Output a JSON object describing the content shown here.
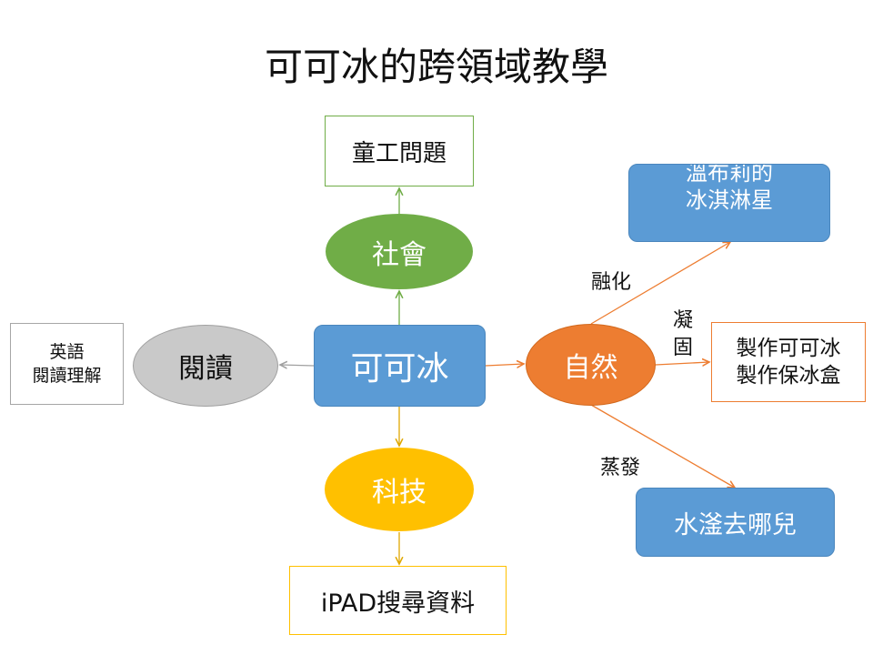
{
  "title": "可可冰的跨領域教學",
  "center": "可可冰",
  "social": {
    "label": "社會",
    "box": "童工問題"
  },
  "reading": {
    "label": "閱讀",
    "box_line1": "英語",
    "box_line2": "閱讀理解"
  },
  "tech": {
    "label": "科技",
    "box": "iPAD搜尋資料"
  },
  "nature": {
    "label": "自然",
    "melt_label": "融化",
    "melt_box_line1": "溫布莉的",
    "melt_box_line2": "冰淇淋星",
    "solid_label_line1": "凝",
    "solid_label_line2": "固",
    "solid_box_line1": "製作可可冰",
    "solid_box_line2": "製作保冰盒",
    "evap_label": "蒸發",
    "evap_box": "水滏去哪兒"
  },
  "colors": {
    "blue": "#5b9bd5",
    "green": "#70ad47",
    "orange": "#ed7d31",
    "gold": "#ffc000",
    "gray": "#c9c9c9"
  }
}
